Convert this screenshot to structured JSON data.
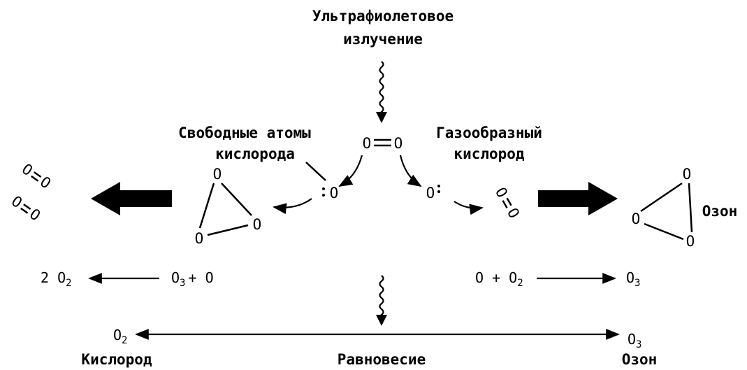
{
  "top_label": {
    "line1": "Ультрафиолетовое",
    "line2": "излучение"
  },
  "free_atoms_label": {
    "line1": "Свободные атомы",
    "line2": "кислорода"
  },
  "gas_oxygen_label": {
    "line1": "Газообразный",
    "line2": "кислород"
  },
  "ozone_side_label": "Озон",
  "atoms": {
    "o": "O",
    "double_bond": "O=O"
  },
  "reactions": {
    "left": {
      "product": "2 O",
      "product_sub": "2",
      "reactant": "O",
      "reactant_sub": "3",
      "plus_part": "+ O"
    },
    "right": {
      "reactant": "O + O",
      "reactant_sub": "2",
      "product": "O",
      "product_sub": "3"
    }
  },
  "equilibrium": {
    "left_formula": "O",
    "left_sub": "2",
    "left_name": "Кислород",
    "center_label": "Равновесие",
    "right_formula": "O",
    "right_sub": "3",
    "right_name": "Озон"
  },
  "colors": {
    "ink": "#000000",
    "background": "#ffffff"
  }
}
